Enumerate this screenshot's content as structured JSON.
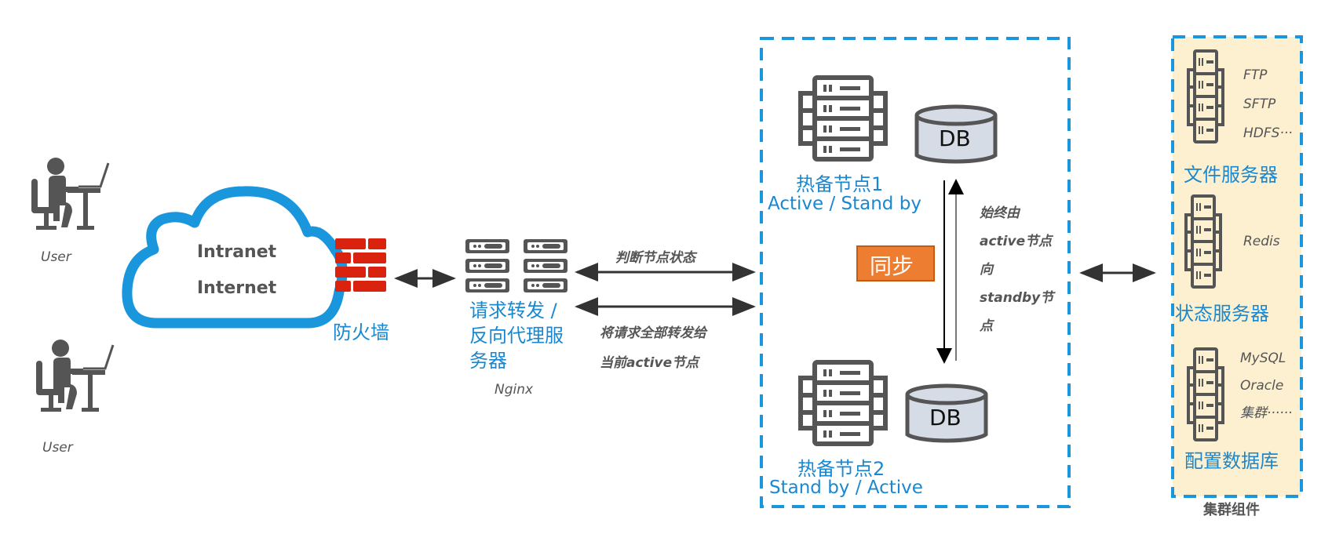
{
  "users": [
    {
      "label": "User"
    },
    {
      "label": "User"
    }
  ],
  "cloud": {
    "line1": "Intranet",
    "line2": "Internet"
  },
  "firewall": {
    "label": "防火墙"
  },
  "proxy": {
    "label_line1": "请求转发 /",
    "label_line2": "反向代理服",
    "label_line3": "务器",
    "sublabel": "Nginx"
  },
  "links": {
    "check_status": "判断节点状态",
    "forward_line1": "将请求全部转发给",
    "forward_line2": "当前active节点"
  },
  "hot_standby": {
    "node1": {
      "title": "热备节点1",
      "role": "Active / Stand by",
      "db": "DB"
    },
    "node2": {
      "title": "热备节点2",
      "role": "Stand by / Active",
      "db": "DB"
    },
    "sync_label": "同步",
    "sync_note": [
      "始终由",
      "active节点",
      "向",
      "standby节",
      "点"
    ]
  },
  "cluster": {
    "caption": "集群组件",
    "groups": [
      {
        "title": "文件服务器",
        "items": [
          "FTP",
          "SFTP",
          "HDFS···"
        ]
      },
      {
        "title": "状态服务器",
        "items": [
          "Redis"
        ]
      },
      {
        "title": "配置数据库",
        "items": [
          "MySQL",
          "Oracle",
          "集群······"
        ]
      }
    ]
  },
  "colors": {
    "accent_blue": "#1a88d0",
    "firewall_red": "#d9230f",
    "sync_orange": "#ed7d31",
    "icon_gray": "#555555",
    "cluster_bg": "#fdf0d0",
    "db_fill": "#d6dce5"
  }
}
